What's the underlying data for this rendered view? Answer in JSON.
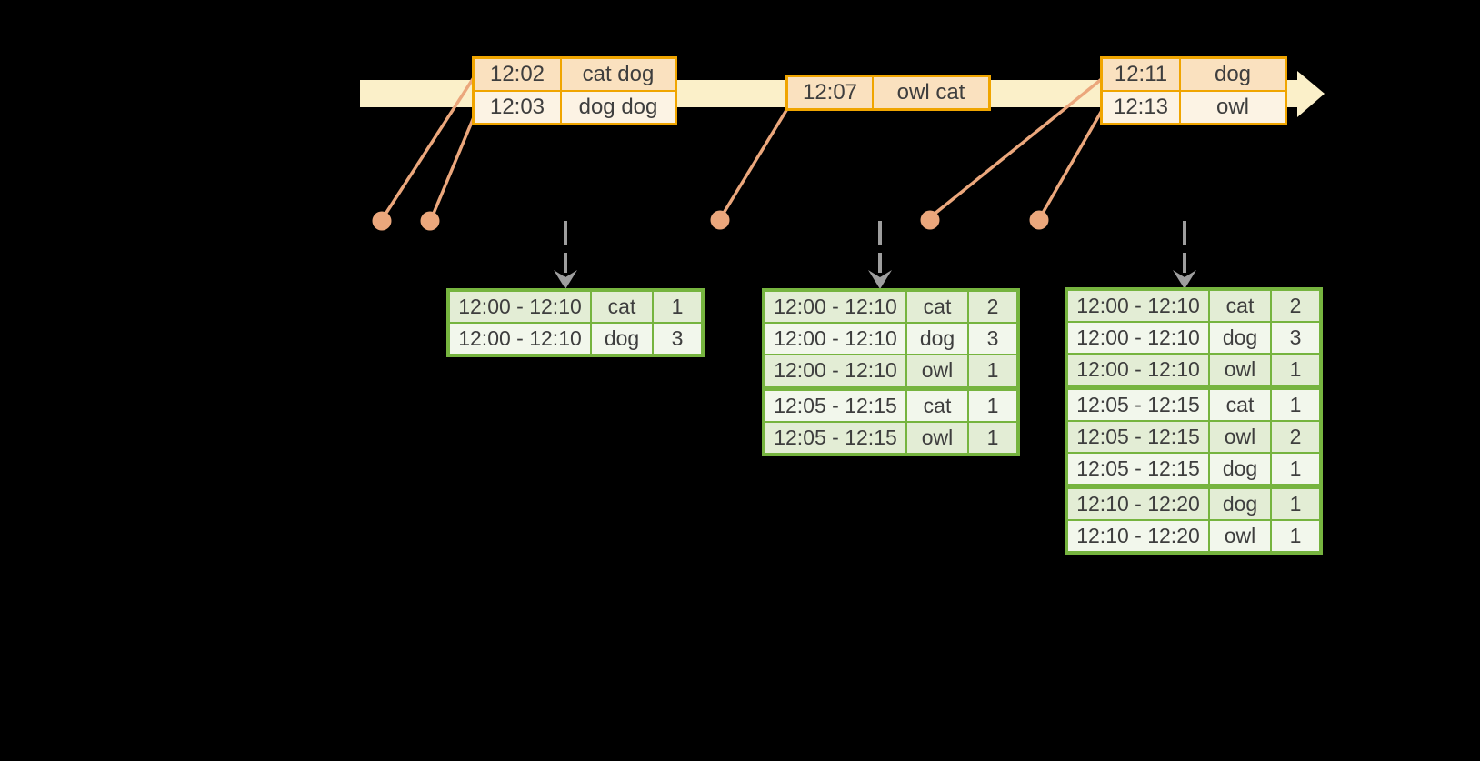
{
  "colors": {
    "timeline_fill": "#FBF0C9",
    "event_border": "#F0A500",
    "event_row_dark": "#FAE1BF",
    "event_row_light": "#FCF3E4",
    "connector": "#EBA77C",
    "trigger_arrow": "#9E9E9E",
    "result_border": "#76B43F",
    "result_row_dark": "#E3EDD5",
    "result_row_light": "#F2F7EC",
    "text": "#3E3E3E"
  },
  "timeline": {
    "event_tables": [
      {
        "rows": [
          [
            "12:02",
            "cat dog"
          ],
          [
            "12:03",
            "dog dog"
          ]
        ]
      },
      {
        "rows": [
          [
            "12:07",
            "owl cat"
          ]
        ]
      },
      {
        "rows": [
          [
            "12:11",
            "dog"
          ],
          [
            "12:13",
            "owl"
          ]
        ]
      }
    ]
  },
  "result_tables": [
    {
      "rows": [
        [
          "12:00 - 12:10",
          "cat",
          "1"
        ],
        [
          "12:00 - 12:10",
          "dog",
          "3"
        ]
      ],
      "group_breaks": []
    },
    {
      "rows": [
        [
          "12:00 - 12:10",
          "cat",
          "2"
        ],
        [
          "12:00 - 12:10",
          "dog",
          "3"
        ],
        [
          "12:00 - 12:10",
          "owl",
          "1"
        ],
        [
          "12:05 - 12:15",
          "cat",
          "1"
        ],
        [
          "12:05 - 12:15",
          "owl",
          "1"
        ]
      ],
      "group_breaks": [
        3
      ]
    },
    {
      "rows": [
        [
          "12:00 - 12:10",
          "cat",
          "2"
        ],
        [
          "12:00 - 12:10",
          "dog",
          "3"
        ],
        [
          "12:00 - 12:10",
          "owl",
          "1"
        ],
        [
          "12:05 - 12:15",
          "cat",
          "1"
        ],
        [
          "12:05 - 12:15",
          "owl",
          "2"
        ],
        [
          "12:05 - 12:15",
          "dog",
          "1"
        ],
        [
          "12:10 - 12:20",
          "dog",
          "1"
        ],
        [
          "12:10 - 12:20",
          "owl",
          "1"
        ]
      ],
      "group_breaks": [
        3,
        6
      ]
    }
  ]
}
